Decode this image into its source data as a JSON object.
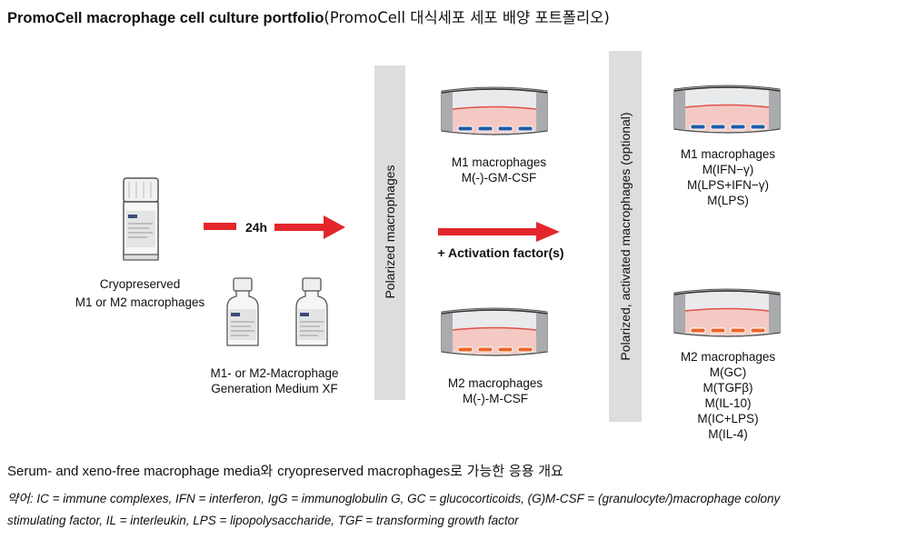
{
  "title": {
    "main": "PromoCell macrophage cell culture portfolio",
    "sub": "(PromoCell 대식세포 세포 배양 포트폴리오)"
  },
  "cryo": {
    "line1": "Cryopreserved",
    "line2": "M1 or M2 macrophages"
  },
  "arrow_24h": "24h",
  "medium": {
    "line1": "M1- or M2-Macrophage",
    "line2": "Generation  Medium  XF"
  },
  "bar1_label": "Polarized  macrophages",
  "bar2_label": "Polarized,  activated macrophages  (optional)",
  "activation_label": "+ Activation  factor(s)",
  "dish_m1": {
    "title": "M1 macrophages",
    "sub": "M(-)-GM-CSF"
  },
  "dish_m2": {
    "title": "M2 macrophages",
    "sub": "M(-)-M-CSF"
  },
  "m1_activated": {
    "title": "M1 macrophages",
    "items": [
      "M(IFN−γ)",
      "M(LPS+IFN−γ)",
      "M(LPS)"
    ]
  },
  "m2_activated": {
    "title": "M2 macrophages",
    "items": [
      "M(GC)",
      "M(TGFβ)",
      "M(IL-10)",
      "M(IC+LPS)",
      "M(IL-4)"
    ]
  },
  "caption": {
    "en1": "Serum- and xeno-free macrophage media",
    "ko1": "와 ",
    "en2": "cryopreserved macrophages",
    "ko2": "로 가능한 응용 개요"
  },
  "abbr": {
    "prefix": "약어",
    "line1": ": IC = immune complexes, IFN = interferon, IgG = immunoglobulin G, GC = glucocorticoids, (G)M-CSF = (granulocyte/)macrophage colony",
    "line2": "stimulating factor, IL = interleukin, LPS = lipopolysaccharide, TGF = transforming growth factor"
  },
  "colors": {
    "arrow": "#e3262b",
    "bar": "#dcdddf",
    "medium_pink": "#f4c9c4",
    "m1_cells": "#1e5ba8",
    "m2_cells": "#e8672a"
  }
}
